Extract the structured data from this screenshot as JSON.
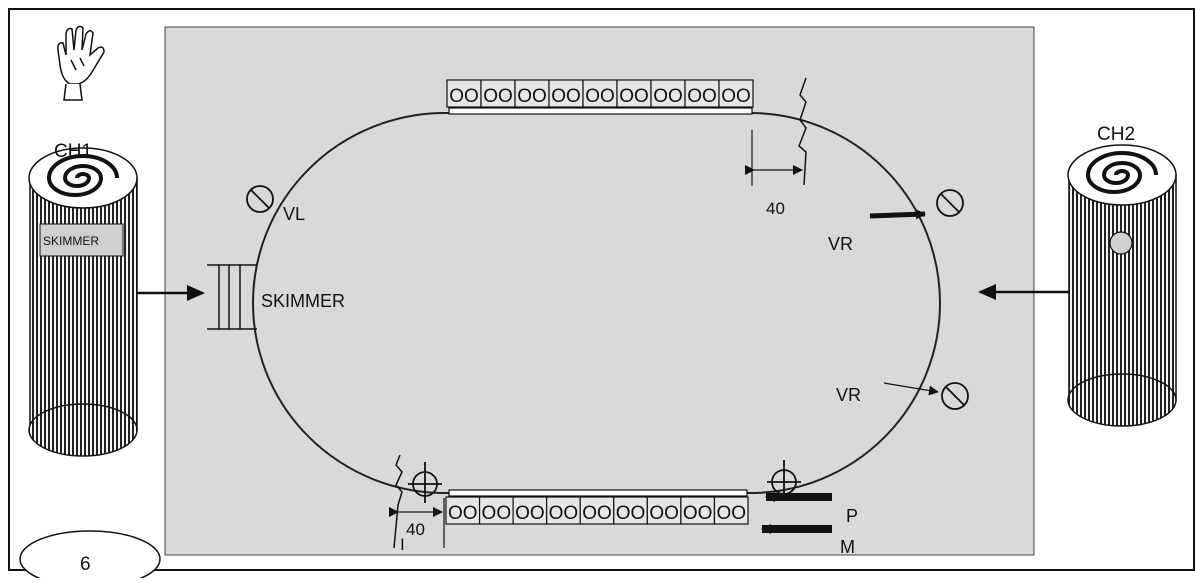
{
  "diagram": {
    "step_number": "6",
    "roll_left_label": "CH1",
    "roll_right_label": "CH2",
    "roll_left_tag": "SKIMMER",
    "skimmer_label": "SKIMMER",
    "valve_left_label": "VL",
    "valve_right_top_label": "VR",
    "valve_right_bottom_label": "VR",
    "distance_top_label": "40",
    "distance_bottom_label": "40",
    "bottom_marker_label": "I",
    "marker_p_label": "P",
    "marker_m_label": "M",
    "top_strip_cell_count": 9,
    "bottom_strip_cell_count": 9,
    "cell_glyph": "OO",
    "icons": [
      "glove-icon",
      "valve-icon",
      "plus-circle-icon",
      "arrow-icon"
    ]
  }
}
